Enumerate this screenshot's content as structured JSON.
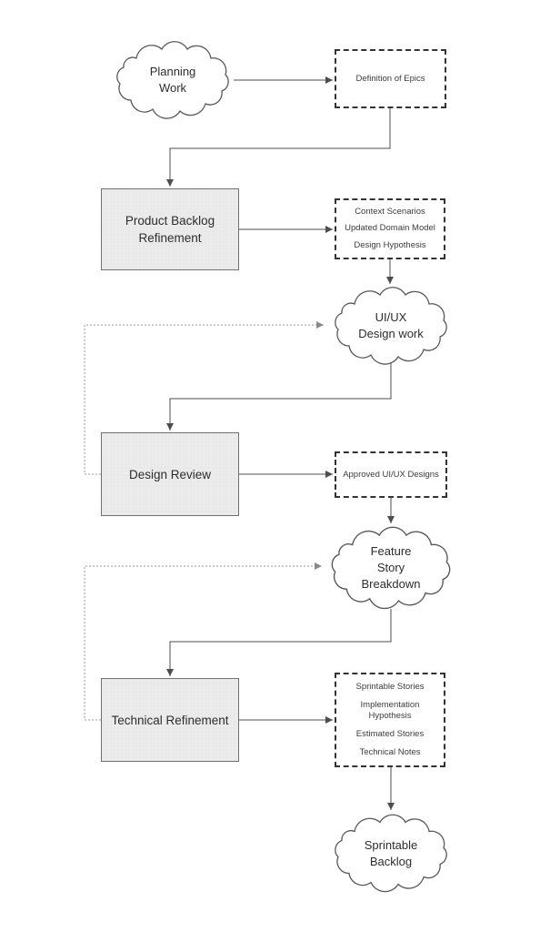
{
  "colors": {
    "background": "#ffffff",
    "connector": "#4d4d4d",
    "feedback_connector": "#999999",
    "activity_box_fill": "#ebebeb",
    "activity_box_border": "#707070",
    "artifact_box_border": "#333333",
    "cloud_stroke": "#595959",
    "text": "#2d2d2d"
  },
  "clouds": [
    {
      "id": "planning-work",
      "label": "Planning\nWork"
    },
    {
      "id": "uiux-design-work",
      "label": "UI/UX\nDesign work"
    },
    {
      "id": "feature-story-breakdown",
      "label": "Feature\nStory\nBreakdown"
    },
    {
      "id": "sprintable-backlog",
      "label": "Sprintable\nBacklog"
    }
  ],
  "activities": [
    {
      "id": "product-backlog-refinement",
      "label": "Product Backlog\nRefinement"
    },
    {
      "id": "design-review",
      "label": "Design Review"
    },
    {
      "id": "technical-refinement",
      "label": "Technical Refinement"
    }
  ],
  "artifacts": [
    {
      "id": "definition-of-epics",
      "items": [
        "Definition of Epics"
      ]
    },
    {
      "id": "refinement-outputs",
      "items": [
        "Context Scenarios",
        "Updated Domain Model",
        "Design Hypothesis"
      ]
    },
    {
      "id": "approved-uiux-designs",
      "items": [
        "Approved UI/UX Designs"
      ]
    },
    {
      "id": "technical-refinement-outputs",
      "items": [
        "Sprintable Stories",
        "Implementation\nHypothesis",
        "Estimated Stories",
        "Technical Notes"
      ]
    }
  ]
}
